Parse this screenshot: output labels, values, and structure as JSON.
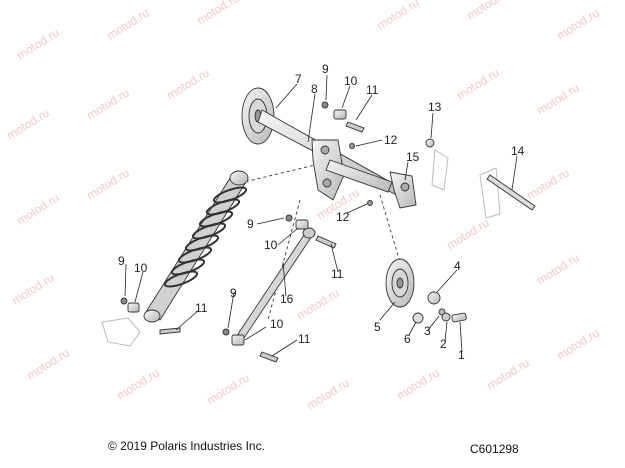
{
  "watermark": "motod.ru",
  "callouts": {
    "c1": "1",
    "c2": "2",
    "c3": "3",
    "c4": "4",
    "c5": "5",
    "c6": "6",
    "c7": "7",
    "c8": "8",
    "c9a": "9",
    "c9b": "9",
    "c9c": "9",
    "c9d": "9",
    "c10a": "10",
    "c10b": "10",
    "c10c": "10",
    "c10d": "10",
    "c11a": "11",
    "c11b": "11",
    "c11c": "11",
    "c11d": "11",
    "c12a": "12",
    "c12b": "12",
    "c13": "13",
    "c14": "14",
    "c15": "15",
    "c16": "16"
  },
  "footer": {
    "copyright": "© 2019 Polaris Industries Inc.",
    "figure_id": "C601298"
  },
  "colors": {
    "watermark": "#f1c9c9",
    "line": "#333333",
    "part_fill": "#e6e6e6",
    "part_shade": "#bdbdbd"
  }
}
